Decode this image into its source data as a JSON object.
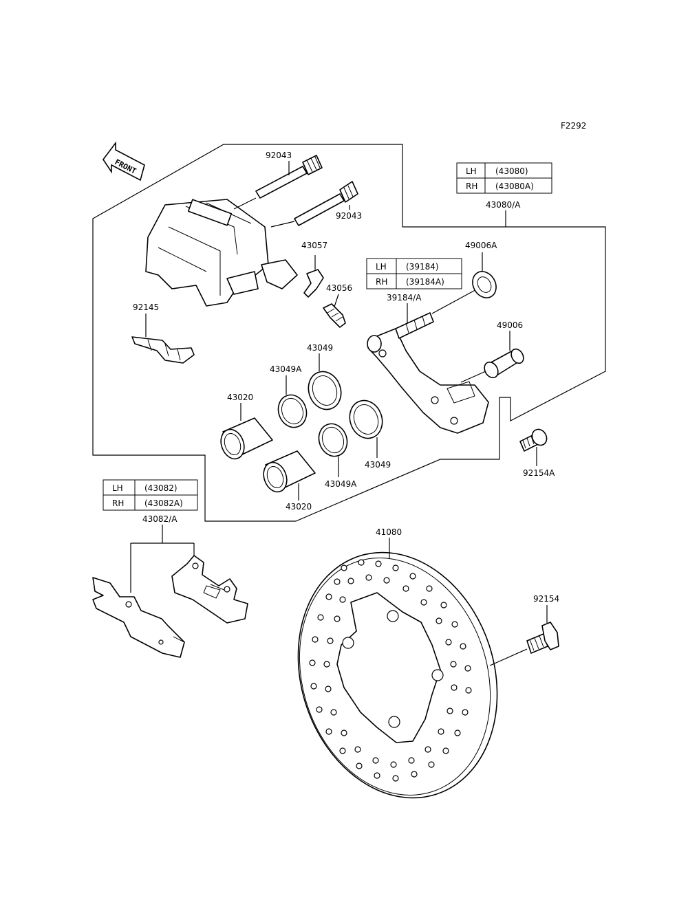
{
  "drawing_code": "F2292",
  "front_label": "FRONT",
  "tables": {
    "caliper": {
      "rows": [
        {
          "side": "LH",
          "part": "(43080)"
        },
        {
          "side": "RH",
          "part": "(43080A)"
        }
      ],
      "ref": "43080/A"
    },
    "bracket": {
      "rows": [
        {
          "side": "LH",
          "part": "(39184)"
        },
        {
          "side": "RH",
          "part": "(39184A)"
        }
      ],
      "ref": "39184/A"
    },
    "pads": {
      "rows": [
        {
          "side": "LH",
          "part": "(43082)"
        },
        {
          "side": "RH",
          "part": "(43082A)"
        }
      ],
      "ref": "43082/A"
    }
  },
  "labels": {
    "p92043_top": "92043",
    "p92043_right": "92043",
    "p43057": "43057",
    "p43056": "43056",
    "p92145": "92145",
    "p49006A": "49006A",
    "p49006": "49006",
    "p43049_top": "43049",
    "p43049A_top": "43049A",
    "p43020_top": "43020",
    "p43049_right": "43049",
    "p43049A_bottom": "43049A",
    "p43020_bottom": "43020",
    "p92154A": "92154A",
    "p41080": "41080",
    "p92154": "92154"
  }
}
